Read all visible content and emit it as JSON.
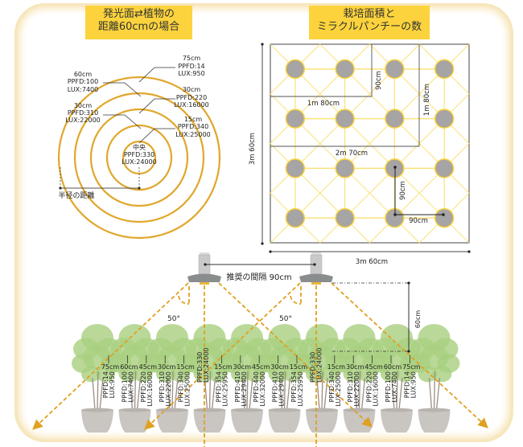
{
  "titles": {
    "left": [
      "発光面⇄植物の",
      "距離60cmの場合"
    ],
    "right": [
      "栽培面積と",
      "ミラクルパンチーの数"
    ]
  },
  "colors": {
    "accent_yellow": "#fcd33c",
    "ring_gold": "#e0a72a",
    "light_ray": "#fbe27a",
    "lamp_gray": "#a6a4a4",
    "frame_glow": "#f6e2b0",
    "beam_dash": "#e0a020"
  },
  "rings": {
    "center": {
      "title": "中央",
      "ppfd": "PPFD:330",
      "lux": "LUX:24000"
    },
    "labels": [
      {
        "dist": "75cm",
        "ppfd": "PPFD:14",
        "lux": "LUX:950"
      },
      {
        "dist": "60cm",
        "ppfd": "PPFD:100",
        "lux": "LUX:7400"
      },
      {
        "dist": "30cm",
        "ppfd": "PPFD:220",
        "lux": "LUX:16000"
      },
      {
        "dist": "30cm",
        "ppfd": "PPFD:310",
        "lux": "LUX:22000"
      },
      {
        "dist": "15cm",
        "ppfd": "PPFD:340",
        "lux": "LUX:25000"
      }
    ],
    "radius_label": "半径の距離"
  },
  "grid": {
    "rows": 4,
    "cols": 4,
    "labels": {
      "left_vertical": "3m 60cm",
      "bottom": "3m 60cm",
      "box_small_h": "1m 80cm",
      "box_small_v": "90cm",
      "box_large_h": "2m 70cm",
      "box_large_v": "1m 80cm",
      "spacing_v": "90cm",
      "spacing_h": "90cm"
    }
  },
  "side": {
    "spacing_label": "推奨の間隔 90cm",
    "angle_left": "50°",
    "angle_right": "50°",
    "height_label": "60cm",
    "plant_readings": [
      {
        "dist": "75cm",
        "ppfd": "PPFD:14",
        "lux": "LUX:950"
      },
      {
        "dist": "60cm",
        "ppfd": "PPFD:100",
        "lux": "LUX:7400"
      },
      {
        "dist": "45cm",
        "ppfd": "PPFD:220",
        "lux": "LUX:16000"
      },
      {
        "dist": "30cm",
        "ppfd": "PPFD:310",
        "lux": "LUX:22000"
      },
      {
        "dist": "15cm",
        "ppfd": "PPFD:340",
        "lux": "LUX:25000"
      },
      {
        "dist": "",
        "ppfd": "PPFD:330",
        "lux": "LUX:24000"
      },
      {
        "dist": "15cm",
        "ppfd": "PPFD:354",
        "lux": "LUX:25950"
      },
      {
        "dist": "30cm",
        "ppfd": "PPFD:410",
        "lux": "LUX:29400"
      },
      {
        "dist": "45cm",
        "ppfd": "PPFD:440",
        "lux": "LUX:32000"
      },
      {
        "dist": "30cm",
        "ppfd": "PPFD:410",
        "lux": "LUX:29400"
      },
      {
        "dist": "15cm",
        "ppfd": "PPFD:354",
        "lux": "LUX:25950"
      },
      {
        "dist": "",
        "ppfd": "PPFD:330",
        "lux": "LUX:24000"
      },
      {
        "dist": "15cm",
        "ppfd": "PPFD:340",
        "lux": "LUX:25000"
      },
      {
        "dist": "30cm",
        "ppfd": "PPFD:310",
        "lux": "LUX:22000"
      },
      {
        "dist": "45cm",
        "ppfd": "PPFD:220",
        "lux": "LUX:16000"
      },
      {
        "dist": "60cm",
        "ppfd": "PPFD:100",
        "lux": "LUX:7400"
      },
      {
        "dist": "75cm",
        "ppfd": "PPFD:14",
        "lux": "LUX:950"
      }
    ],
    "plants_count": 10
  }
}
